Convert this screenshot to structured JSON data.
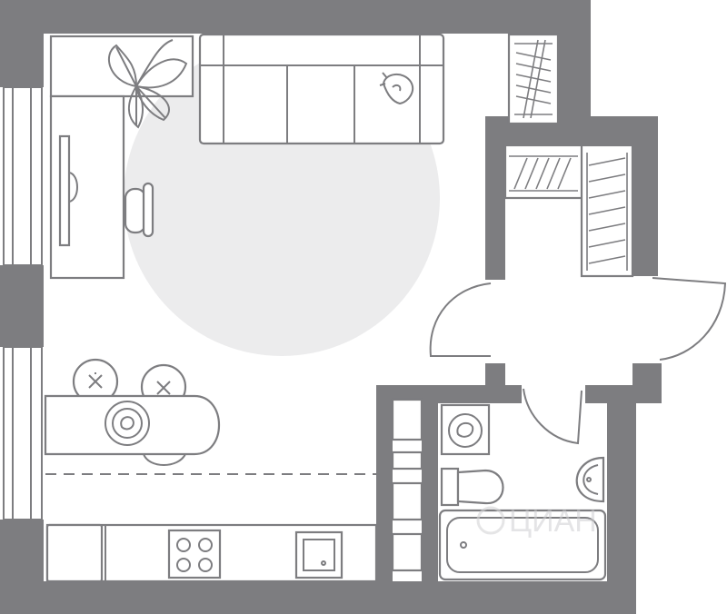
{
  "plan": {
    "type": "studio-apartment-floor-plan",
    "colors": {
      "wall": "#7d7d80",
      "zone": "#ececed",
      "background": "#ffffff",
      "line": "#7d7d80"
    },
    "rooms": [
      "living-room",
      "kitchen",
      "hallway",
      "closet",
      "bathroom"
    ],
    "furniture": [
      "sofa",
      "desk",
      "monitor",
      "office-chair",
      "plant",
      "bar-table",
      "bar-stools",
      "kitchen-counter",
      "stove",
      "sink",
      "washing-machine",
      "toilet",
      "washbasin",
      "bathtub",
      "wardrobes"
    ],
    "watermark": "ЦИАН"
  }
}
